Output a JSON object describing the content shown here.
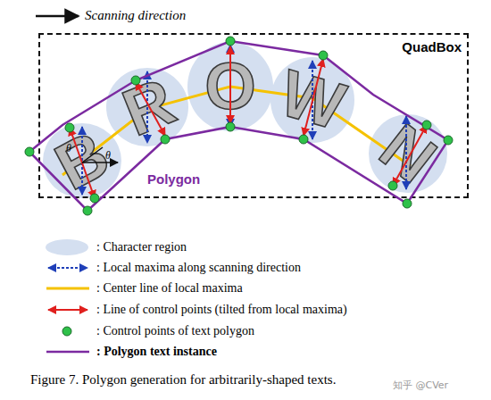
{
  "diagram": {
    "caption": "Figure 7. Polygon generation for arbitrarily-shaped texts.",
    "nodes": [
      {
        "text": [
          "QuadBox"
        ]
      }
    ],
    "labels": [
      "Scanning direction",
      "B",
      "R",
      "O",
      "W",
      "N",
      "θ",
      "θ",
      "Polygon",
      "知乎 @CVer"
    ],
    "legend": [
      {
        "text": ": Character region",
        "color": "#d4dff0"
      },
      {
        "text": ": Local maxima along scanning direction"
      },
      {
        "text": ": Center line of local maxima"
      },
      {
        "text": ": Line of control points (tilted from local maxima)"
      },
      {
        "text": ": Control points of text polygon"
      },
      {
        "text": ": Polygon text instance"
      }
    ]
  }
}
